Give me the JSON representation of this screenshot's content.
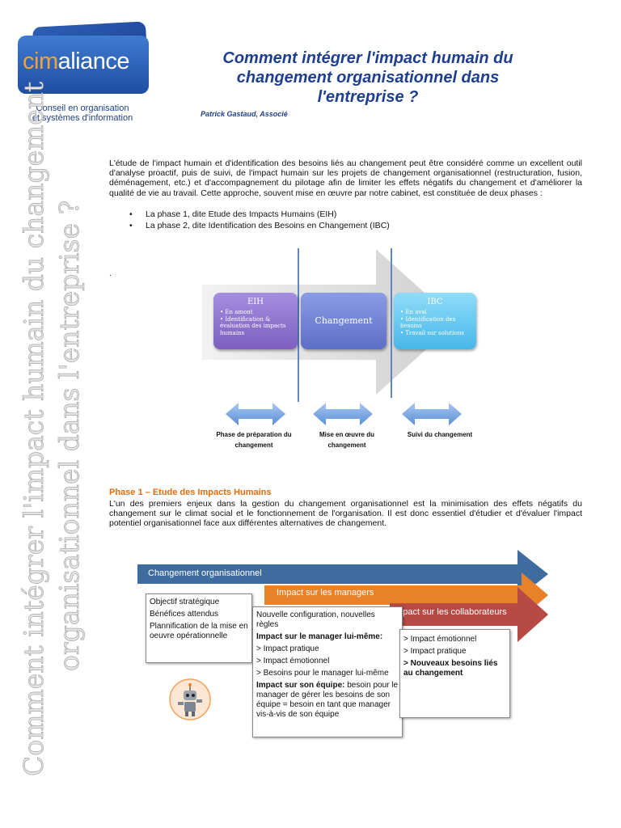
{
  "header": {
    "logo_part1": "cim",
    "logo_part2": "aliance",
    "tagline_line1": "Conseil en organisation",
    "tagline_line2": "et systèmes d'information",
    "title_line1": "Comment intégrer l'impact humain du",
    "title_line2": "changement organisationnel dans",
    "title_line3": "l'entreprise ?",
    "author": "Patrick Gastaud, Associé"
  },
  "sidebar": {
    "vertical_line1": "Comment intégrer l'impact humain du changement",
    "vertical_line2": "organisationnel dans l'entreprise ?"
  },
  "intro": {
    "paragraph": "L'étude de l'impact humain et d'identification des besoins liés au changement peut être considéré comme un excellent outil d'analyse proactif, puis de suivi, de l'impact humain sur les projets de changement organisationnel (restructuration, fusion, déménagement, etc.) et d'accompagnement du pilotage afin de limiter les effets négatifs du changement et d'améliorer la qualité de vie au travail. Cette approche, souvent mise en œuvre par notre cabinet, est constituée de deux phases :",
    "bullets": [
      "La phase 1, dite Etude des Impacts Humains (EIH)",
      "La phase 2, dite Identification des Besoins en Changement (IBC)"
    ],
    "dot": "."
  },
  "phase_diagram": {
    "eih_title": "EIH",
    "eih_items": [
      "En amont",
      "Identification & évaluation des impacts humains"
    ],
    "change_title": "Changement",
    "ibc_title": "IBC",
    "ibc_items": [
      "En aval",
      "Identification des besoins",
      "Travail sur solutions"
    ],
    "captions": [
      "Phase de préparation du changement",
      "Mise en œuvre du changement",
      "Suivi du changement"
    ],
    "colors": {
      "eih": "#8b6fc6",
      "change": "#6b7fd0",
      "ibc": "#5bc2ee",
      "arrow": "#d8d8d8",
      "double_arrow": "#6f9fdc"
    }
  },
  "phase1": {
    "heading": "Phase 1 – Etude des Impacts Humains",
    "paragraph": "L'un des premiers enjeux dans la gestion du changement organisationnel est la minimisation des effets négatifs du changement sur le climat social et le fonctionnement de l'organisation. Il est donc essentiel d'étudier et d'évaluer l'impact potentiel organisationnel face aux différentes alternatives de changement."
  },
  "impact_diagram": {
    "band1_label": "Changement organisationnel",
    "band2_label": "Impact sur les managers",
    "band3_label": "Impact sur les collaborateurs",
    "colors": {
      "band1": "#3f6c9e",
      "band2": "#e8822a",
      "band3": "#b84a45"
    },
    "box1": [
      "Objectif stratégique",
      "Bénéfices attendus",
      "Plannification de la mise en oeuvre opérationnelle"
    ],
    "box2": {
      "line1": "Nouvelle configuration, nouvelles règles",
      "heading1": "Impact sur le manager lui-même:",
      "items": [
        "> Impact pratique",
        "> Impact émotionnel",
        "> Besoins pour le manager lui-même"
      ],
      "heading2": "Impact sur son équipe:",
      "heading2_rest": " besoin pour le manager de gérer les besoins de son équipe = besoin en tant que manager vis-à-vis de son équipe"
    },
    "box3": [
      "> Impact émotionnel",
      "> Impact pratique",
      "> Nouveaux besoins liés au changement"
    ],
    "robot_icon": "robot-mascot-icon"
  }
}
